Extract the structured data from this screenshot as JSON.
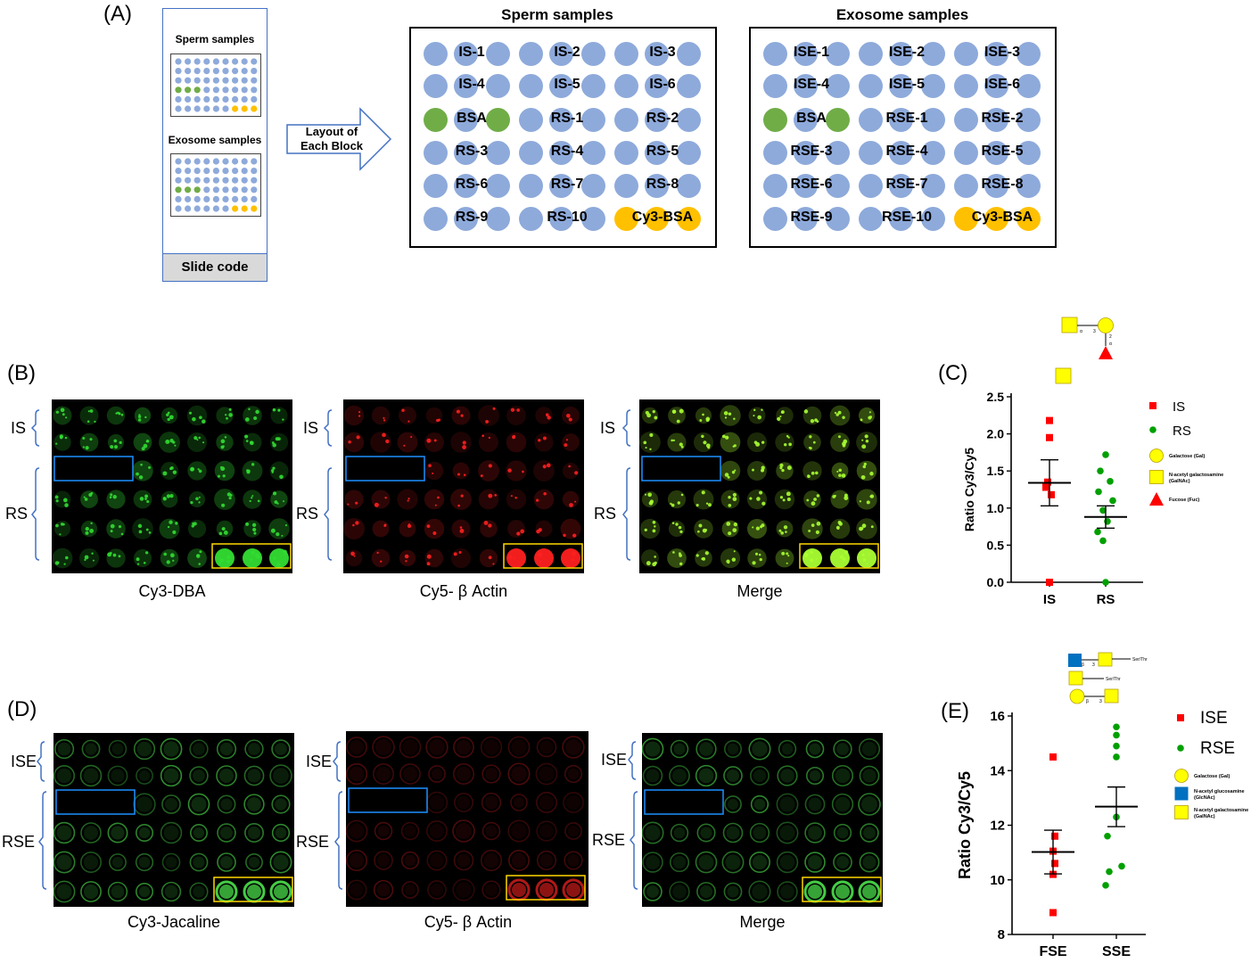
{
  "panel_labels": {
    "a": "(A)",
    "b": "(B)",
    "c": "(C)",
    "d": "(D)",
    "e": "(E)"
  },
  "slide": {
    "sperm_title": "Sperm samples",
    "exosome_title": "Exosome samples",
    "code": "Slide code"
  },
  "arrow_text": [
    "Layout of",
    "Each Block"
  ],
  "sperm_block": {
    "title": "Sperm samples",
    "cells": [
      "IS-1",
      "IS-2",
      "IS-3",
      "IS-4",
      "IS-5",
      "IS-6",
      "BSA",
      "RS-1",
      "RS-2",
      "RS-3",
      "RS-4",
      "RS-5",
      "RS-6",
      "RS-7",
      "RS-8",
      "RS-9",
      "RS-10",
      "Cy3-BSA"
    ]
  },
  "exosome_block": {
    "title": "Exosome samples",
    "cells": [
      "ISE-1",
      "ISE-2",
      "ISE-3",
      "ISE-4",
      "ISE-5",
      "ISE-6",
      "BSA",
      "RSE-1",
      "RSE-2",
      "RSE-3",
      "RSE-4",
      "RSE-5",
      "RSE-6",
      "RSE-7",
      "RSE-8",
      "RSE-9",
      "RSE-10",
      "Cy3-BSA"
    ]
  },
  "colors": {
    "blue_dot": "#8eaadb",
    "green_dot": "#70ad47",
    "orange_dot": "#ffc000",
    "red": "#ff0000",
    "green_marker": "#00a000",
    "yellow": "#ffff00",
    "blue_square": "#0070c0"
  },
  "panel_b": {
    "captions": [
      "Cy3-DBA",
      "Cy5- β Actin",
      "Merge"
    ],
    "group_is": "IS",
    "group_rs": "RS"
  },
  "panel_d": {
    "captions": [
      "Cy3-Jacaline",
      "Cy5- β Actin",
      "Merge"
    ],
    "group_is": "ISE",
    "group_rs": "RSE"
  },
  "chart_data": [
    {
      "id": "C",
      "type": "scatter",
      "ylabel": "Ratio Cy3/Cy5",
      "categories": [
        "IS",
        "RS"
      ],
      "ylim": [
        0,
        2.5
      ],
      "yticks": [
        "0.0",
        "0.5",
        "1.0",
        "1.5",
        "2.0",
        "2.5"
      ],
      "series": [
        {
          "name": "IS",
          "color": "#ff0000",
          "marker": "square",
          "values": [
            2.18,
            1.95,
            1.35,
            1.28,
            1.18,
            0.0
          ],
          "mean": 1.34,
          "sem_low": 1.03,
          "sem_high": 1.65
        },
        {
          "name": "RS",
          "color": "#00a000",
          "marker": "circle",
          "values": [
            1.72,
            1.5,
            1.36,
            1.22,
            1.1,
            0.97,
            0.82,
            0.68,
            0.56,
            0.0
          ],
          "mean": 0.88,
          "sem_low": 0.73,
          "sem_high": 1.03
        }
      ],
      "legend": [
        {
          "label": "IS",
          "shape": "square",
          "color": "#ff0000"
        },
        {
          "label": "RS",
          "shape": "circle",
          "color": "#00a000"
        },
        {
          "label": "Galactose (Gal)",
          "shape": "circle-y",
          "color": "#ffff00"
        },
        {
          "label": "N-acetyl galactosamine (GalNAc)",
          "shape": "square-y",
          "color": "#ffff00"
        },
        {
          "label": "Fucose (Fuc)",
          "shape": "triangle",
          "color": "#ff0000"
        }
      ],
      "glycan_text": [
        "α",
        "3",
        "2",
        "α"
      ]
    },
    {
      "id": "E",
      "type": "scatter",
      "ylabel": "Ratio Cy3/Cy5",
      "categories": [
        "FSE",
        "SSE"
      ],
      "ylim": [
        8,
        16
      ],
      "yticks": [
        "8",
        "10",
        "12",
        "14",
        "16"
      ],
      "series": [
        {
          "name": "ISE",
          "color": "#ff0000",
          "marker": "square",
          "values": [
            14.5,
            11.6,
            11.05,
            10.6,
            10.2,
            8.8
          ],
          "mean": 11.02,
          "sem_low": 10.22,
          "sem_high": 11.82
        },
        {
          "name": "RSE",
          "color": "#00a000",
          "marker": "circle",
          "values": [
            15.6,
            15.3,
            14.9,
            14.5,
            12.3,
            11.6,
            10.5,
            10.3,
            9.8
          ],
          "mean": 12.68,
          "sem_low": 11.95,
          "sem_high": 13.4
        }
      ],
      "legend": [
        {
          "label": "ISE",
          "shape": "square",
          "color": "#ff0000"
        },
        {
          "label": "RSE",
          "shape": "circle",
          "color": "#00a000"
        },
        {
          "label": "Galactose (Gal)",
          "shape": "circle-y",
          "color": "#ffff00"
        },
        {
          "label": "N-acetyl glucosamine (GlcNAc)",
          "shape": "square-b",
          "color": "#0070c0"
        },
        {
          "label": "N-acetyl galactosamine (GalNAc)",
          "shape": "square-y",
          "color": "#ffff00"
        }
      ],
      "glycan_text": [
        "Ser/Thr",
        "Ser/Thr",
        "β",
        "3",
        "β",
        "3"
      ]
    }
  ]
}
